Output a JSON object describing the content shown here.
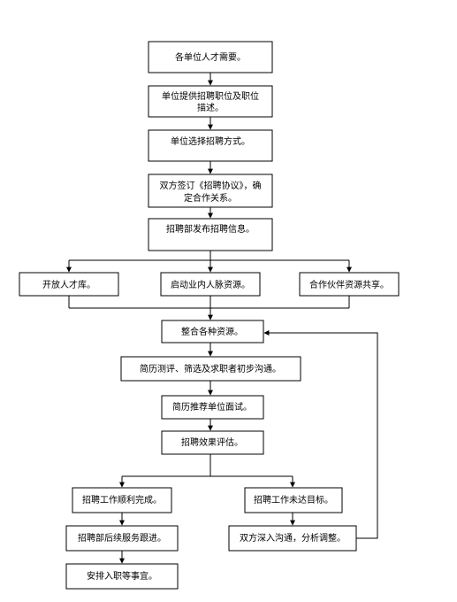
{
  "nodes": {
    "n1": {
      "lines": [
        "各单位人才需要。"
      ]
    },
    "n2": {
      "lines": [
        "单位提供招聘职位及职位",
        "描述。"
      ]
    },
    "n3": {
      "lines": [
        "单位选择招聘方式。"
      ]
    },
    "n4": {
      "lines": [
        "双方签订《招聘协议》，确",
        "定合作关系。"
      ]
    },
    "n5": {
      "lines": [
        "招聘部发布招聘信息。"
      ]
    },
    "n6": {
      "lines": [
        "开放人才库。"
      ]
    },
    "n7": {
      "lines": [
        "启动业内人脉资源。"
      ]
    },
    "n8": {
      "lines": [
        "合作伙伴资源共享。"
      ]
    },
    "n9": {
      "lines": [
        "整合各种资源。"
      ]
    },
    "n10": {
      "lines": [
        "简历测评、筛选及求职者初步沟通。"
      ]
    },
    "n11": {
      "lines": [
        "简历推荐单位面试。"
      ]
    },
    "n12": {
      "lines": [
        "招聘效果评估。"
      ]
    },
    "n13": {
      "lines": [
        "招聘工作顺利完成。"
      ]
    },
    "n14": {
      "lines": [
        "招聘工作未达目标。"
      ]
    },
    "n15": {
      "lines": [
        "招聘部后续服务跟进。"
      ]
    },
    "n16": {
      "lines": [
        "双方深入沟通，分析调整。"
      ]
    },
    "n17": {
      "lines": [
        "安排入职等事宜。"
      ]
    }
  }
}
